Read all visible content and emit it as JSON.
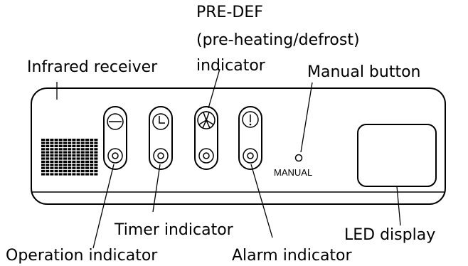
{
  "labels": {
    "pre_def_line1": "PRE-DEF",
    "pre_def_line2": "(pre-heating/defrost)",
    "pre_def_line3": "indicator",
    "infrared_receiver": "Infrared receiver",
    "manual_button": "Manual button",
    "manual_text": "MANUAL",
    "timer_indicator": "Timer indicator",
    "led_display": "LED display",
    "operation_indicator": "Operation indicator",
    "alarm_indicator": "Alarm indicator"
  },
  "icons": {
    "operation": "minus-icon",
    "timer": "clock-icon",
    "pre_def": "fan-icon",
    "alarm": "exclamation-icon"
  }
}
